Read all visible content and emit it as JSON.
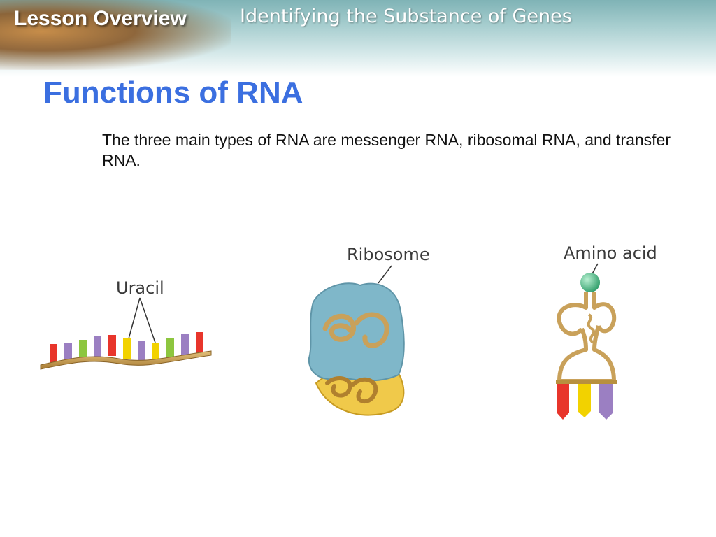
{
  "header": {
    "section_label": "Lesson Overview",
    "lesson_title": "Identifying the Substance of Genes"
  },
  "slide": {
    "title": "Functions of RNA",
    "body": "The three main types of RNA are messenger RNA, ribosomal RNA, and transfer RNA."
  },
  "figure": {
    "labels": {
      "mrna": "Uracil",
      "rrna": "Ribosome",
      "trna": "Amino acid"
    },
    "colors": {
      "red": "#e8352b",
      "purple": "#9b7fc2",
      "green": "#8dc63f",
      "yellow": "#f2d200",
      "backbone": "#c9a15a",
      "ribosome_large": "#7fb7c9",
      "ribosome_small": "#f0c94a",
      "amino_acid": "#4fbf8a"
    }
  }
}
